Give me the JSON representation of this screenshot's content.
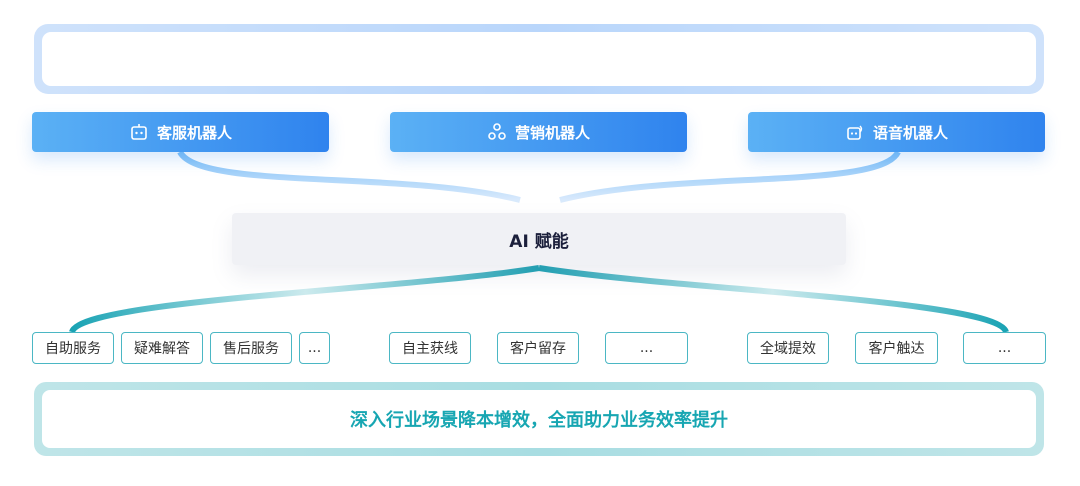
{
  "robots": [
    {
      "label": "客服机器人",
      "icon": "robot-icon"
    },
    {
      "label": "营销机器人",
      "icon": "marketing-icon"
    },
    {
      "label": "语音机器人",
      "icon": "voice-robot-icon"
    }
  ],
  "ai": {
    "label": "AI 赋能"
  },
  "tags": [
    "自助服务",
    "疑难解答",
    "售后服务",
    "...",
    "自主获线",
    "客户留存",
    "...",
    "全域提效",
    "客户触达",
    "..."
  ],
  "bottom": {
    "text": "深入行业场景降本增效，全面助力业务效率提升"
  },
  "colors": {
    "robot": "#2f83ee",
    "teal": "#17a6b2",
    "tag_border": "#4bb7c4"
  }
}
